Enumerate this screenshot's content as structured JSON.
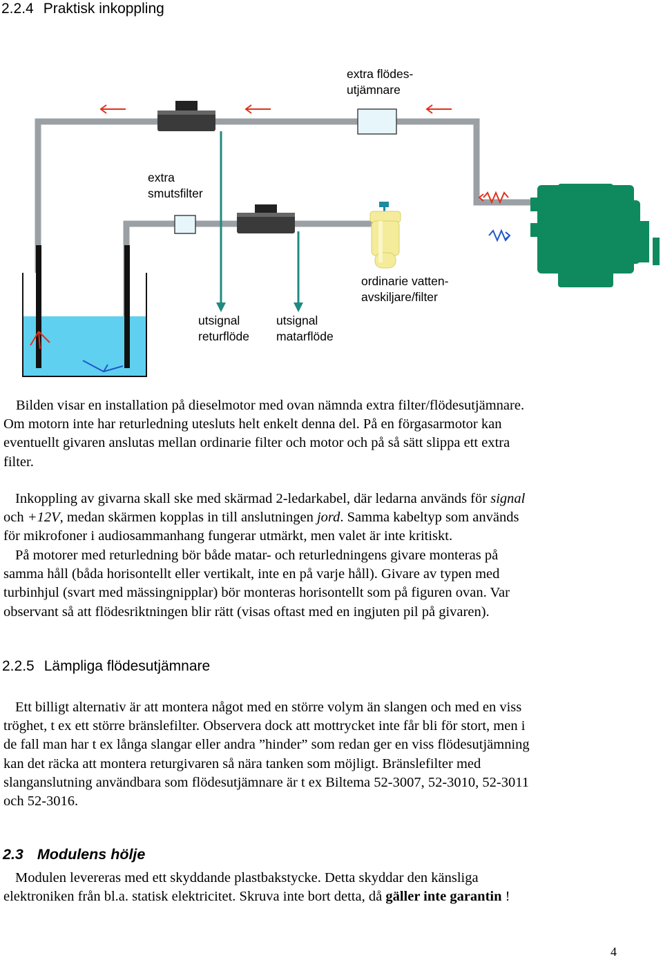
{
  "section_224": {
    "number": "2.2.4",
    "title": "Praktisk inkoppling"
  },
  "diagram": {
    "labels": {
      "extra_equalizer": [
        "extra flödes-",
        "utjämnare"
      ],
      "extra_filter": [
        "extra",
        "smutsfilter"
      ],
      "water_separator": [
        "ordinarie vatten-",
        "avskiljare/filter"
      ],
      "signal_return": [
        "utsignal",
        "returflöde"
      ],
      "signal_supply": [
        "utsignal",
        "matarflöde"
      ]
    },
    "colors": {
      "pipe": "#9aa0a4",
      "signal_wire": "#1f8a80",
      "tank_water": "#5fd0ef",
      "engine": "#0f8a5e",
      "filter_yellow": "#f4ec9a",
      "flow_arrow": "#e0301a",
      "return_arrow": "#1f57c6",
      "sensor_dark": "#2b2b2b"
    },
    "icons": [
      "tank-icon",
      "engine-icon",
      "sensor-icon",
      "filter-icon",
      "flow-arrow-icon"
    ]
  },
  "para1": {
    "lines": [
      "Bilden visar en installation på dieselmotor med ovan nämnda extra filter/flödesutjämnare.",
      "Om motorn inte har returledning utesluts helt enkelt denna del. På en förgasarmotor kan",
      "eventuellt givaren anslutas mellan ordinarie filter och motor och på så sätt slippa ett extra",
      "filter."
    ]
  },
  "para2": {
    "l1_a": "Inkoppling av givarna skall ske med skärmad 2-ledarkabel, där ledarna används för ",
    "l1_em": "signal",
    "l2_a": "och ",
    "l2_em1": "+12V",
    "l2_b": ", medan skärmen kopplas in till anslutningen ",
    "l2_em2": "jord",
    "l2_c": ". Samma kabeltyp som används",
    "l3": "för mikrofoner i audiosammanhang fungerar utmärkt, men valet är inte kritiskt."
  },
  "para3": {
    "lines": [
      "På motorer med returledning bör både matar- och returledningens givare monteras på",
      "samma håll (båda horisontellt eller vertikalt, inte en på varje håll). Givare av typen med",
      "turbinhjul (svart med mässingnipplar) bör monteras horisontellt som på figuren ovan. Var",
      "observant så att flödesriktningen blir rätt (visas oftast med en ingjuten pil på givaren)."
    ]
  },
  "section_225": {
    "number": "2.2.5",
    "title": "Lämpliga flödesutjämnare"
  },
  "para4": {
    "lines": [
      "Ett billigt alternativ är att montera något med en större volym än slangen och med en viss",
      "tröghet, t ex ett större bränslefilter. Observera dock att mottrycket inte får bli för stort, men i",
      "de fall man har t ex långa slangar eller andra ”hinder” som redan ger en viss flödesutjämning",
      "kan det räcka att montera returgivaren så nära tanken som möjligt. Bränslefilter med",
      "slanganslutning användbara som flödesutjämnare är t ex Biltema 52-3007, 52-3010, 52-3011",
      "och 52-3016."
    ]
  },
  "section_23": {
    "number": "2.3",
    "title": "Modulens hölje"
  },
  "para5": {
    "l1": "Modulen levereras med ett skyddande plastbakstycke. Detta skyddar den känsliga",
    "l2_a": "elektroniken från bl.a. statisk elektricitet. Skruva inte bort detta, då ",
    "l2_b": "gäller inte garantin",
    "l2_c": " !"
  },
  "page_number": "4"
}
